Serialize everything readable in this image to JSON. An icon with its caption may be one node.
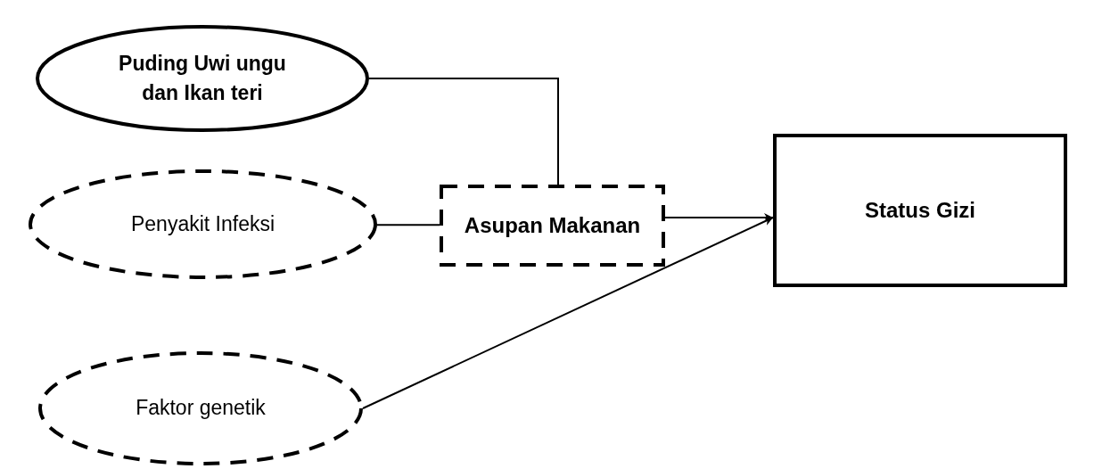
{
  "diagram": {
    "nodes": [
      {
        "text": [
          "Puding Uwi ungu dan Ikan teri"
        ]
      },
      {
        "text": [
          "Penyakit Infeksi"
        ]
      },
      {
        "text": [
          "Asupan Makanan"
        ]
      },
      {
        "text": [
          "Faktor genetik"
        ]
      },
      {
        "text": [
          "Status Gizi"
        ]
      }
    ],
    "edges": [
      {
        "from": 0,
        "to": 2,
        "arrow": "none"
      },
      {
        "from": 1,
        "to": 2,
        "arrow": "none"
      },
      {
        "from": 2,
        "to": 4,
        "arrow": "to"
      },
      {
        "from": 3,
        "to": 4,
        "arrow": "to"
      }
    ]
  }
}
